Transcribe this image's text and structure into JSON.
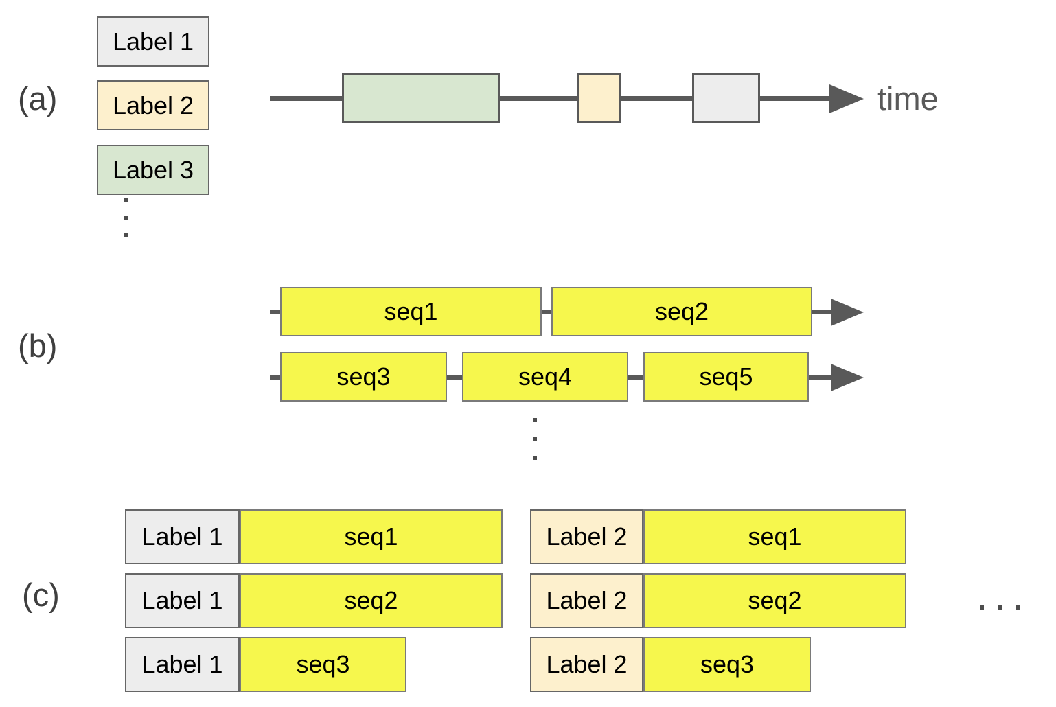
{
  "palette": {
    "gray_fill": "#ededed",
    "cream_fill": "#fdf0cd",
    "green_fill": "#d8e7d0",
    "yellow_fill": "#f6f74d",
    "box_border": "#666666",
    "seq_border": "#7a7a7a",
    "line_color": "#595959",
    "caption_color": "#3f3f3f",
    "axis_text_color": "#595959",
    "dots_color": "#4d4d4d"
  },
  "panel_a": {
    "caption": "(a)",
    "legend": [
      {
        "label": "Label 1",
        "color": "gray"
      },
      {
        "label": "Label 2",
        "color": "cream"
      },
      {
        "label": "Label 3",
        "color": "green"
      }
    ],
    "legend_ellipsis": "⋮",
    "timeline": {
      "axis_label": "time",
      "segments": [
        {
          "color": "green"
        },
        {
          "color": "cream"
        },
        {
          "color": "gray"
        }
      ]
    }
  },
  "panel_b": {
    "caption": "(b)",
    "rows": [
      {
        "sequences": [
          "seq1",
          "seq2"
        ]
      },
      {
        "sequences": [
          "seq3",
          "seq4",
          "seq5"
        ]
      }
    ],
    "rows_ellipsis": "⋮"
  },
  "panel_c": {
    "caption": "(c)",
    "groups": [
      {
        "rows": [
          {
            "label": "Label 1",
            "seq": "seq1"
          },
          {
            "label": "Label 1",
            "seq": "seq2"
          },
          {
            "label": "Label 1",
            "seq": "seq3"
          }
        ]
      },
      {
        "rows": [
          {
            "label": "Label 2",
            "seq": "seq1"
          },
          {
            "label": "Label 2",
            "seq": "seq2"
          },
          {
            "label": "Label 2",
            "seq": "seq3"
          }
        ]
      }
    ],
    "groups_ellipsis": "..."
  }
}
